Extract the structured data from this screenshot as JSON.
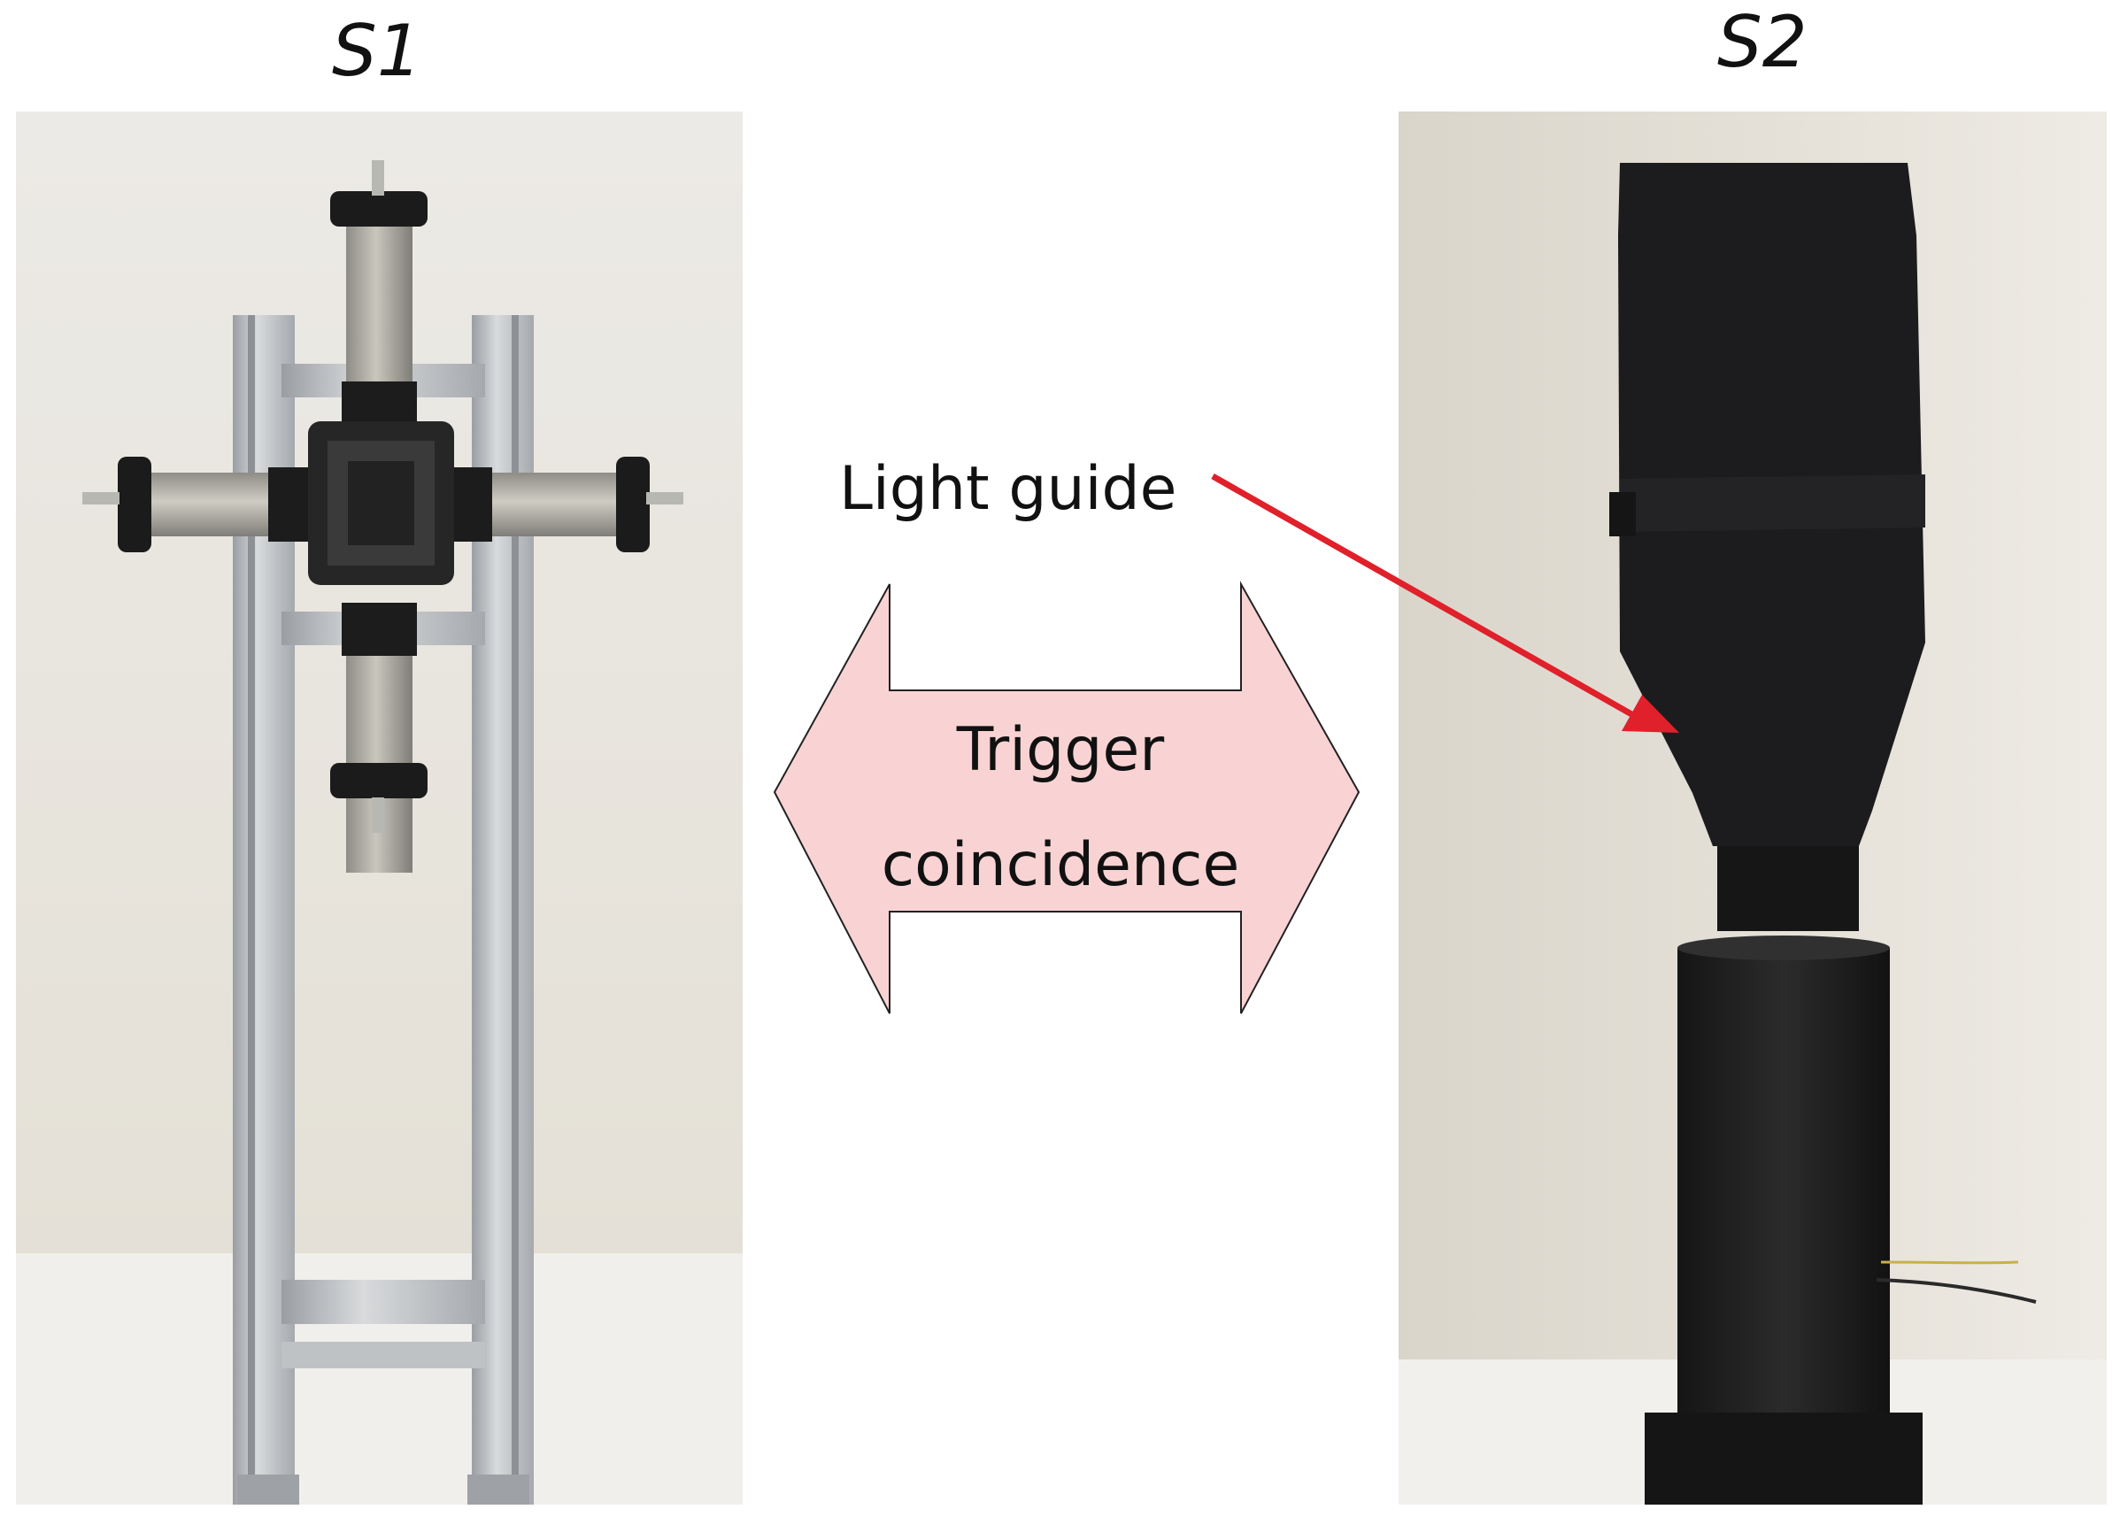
{
  "panels": {
    "left": {
      "label": "S1"
    },
    "right": {
      "label": "S2"
    }
  },
  "annotations": {
    "light_guide": "Light guide",
    "trigger_line1": "Trigger",
    "trigger_line2": "coincidence"
  },
  "colors": {
    "arrow_red": "#e0202a",
    "double_arrow_fill": "#f9d3d3",
    "frame_aluminium": "#c9cccf",
    "pmt_black": "#1a1a1a",
    "wall_left": "#e6e3da",
    "wall_right": "#e2ded5"
  }
}
